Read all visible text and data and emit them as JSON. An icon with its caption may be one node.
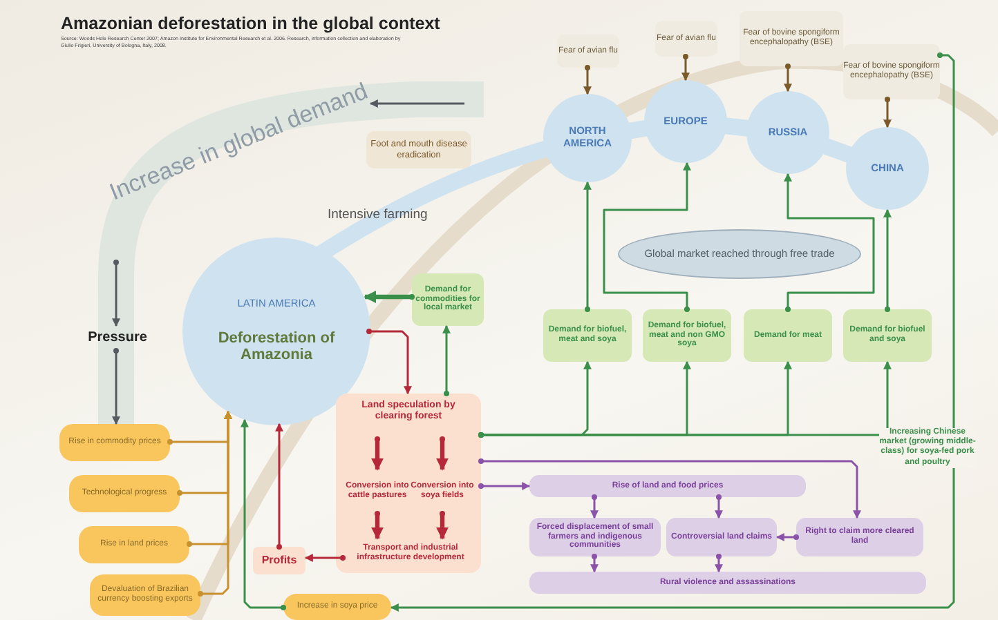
{
  "diagram": {
    "title": "Amazonian deforestation in the global context",
    "caption": "Source: Woods Hole Research Center 2007; Amazon Institute for Environmental Research et al. 2006. Research, information collection and elaboration by Giulio Frigieri, University of Bologna, Italy, 2008.",
    "nodes": [
      {
        "text": [
          "Increase in global demand"
        ]
      },
      {
        "text": [
          "Fear of avian flu"
        ]
      },
      {
        "text": [
          "Fear of avian flu"
        ]
      },
      {
        "text": [
          "Fear of bovine spongiform encephalopathy (BSE)"
        ]
      },
      {
        "text": [
          "Fear of bovine spongiform encephalopathy (BSE)"
        ]
      },
      {
        "text": [
          "NORTH AMERICA"
        ]
      },
      {
        "text": [
          "EUROPE"
        ]
      },
      {
        "text": [
          "RUSSIA"
        ]
      },
      {
        "text": [
          "CHINA"
        ]
      },
      {
        "text": [
          "Foot and mouth disease eradication"
        ]
      },
      {
        "text": [
          "Global market reached through free trade"
        ]
      },
      {
        "text": [
          "Demand for commodities for local market"
        ]
      },
      {
        "text": [
          "LATIN AMERICA",
          "Deforestation of Amazonia"
        ]
      },
      {
        "text": [
          "Pressure"
        ]
      },
      {
        "text": [
          "Demand for biofuel, meat and soya"
        ]
      },
      {
        "text": [
          "Demand for biofuel, meat and non GMO soya"
        ]
      },
      {
        "text": [
          "Demand for meat"
        ]
      },
      {
        "text": [
          "Demand for biofuel and soya"
        ]
      },
      {
        "text": [
          "Land speculation by clearing forest"
        ]
      },
      {
        "text": [
          "Conversion into cattle pastures"
        ],
        "in": 18
      },
      {
        "text": [
          "Conversion into soya fields"
        ],
        "in": 18
      },
      {
        "text": [
          "Transport and industrial infrastructure development"
        ],
        "in": 18
      },
      {
        "text": [
          "Rise in commodity prices"
        ]
      },
      {
        "text": [
          "Technological progress"
        ]
      },
      {
        "text": [
          "Rise in land prices"
        ]
      },
      {
        "text": [
          "Profits"
        ]
      },
      {
        "text": [
          "Devaluation of Brazilian currency boosting exports"
        ]
      },
      {
        "text": [
          "Increase in soya price"
        ]
      },
      {
        "text": [
          "Rise of land and food prices"
        ]
      },
      {
        "text": [
          "Forced displacement of small farmers and indigenous communities"
        ]
      },
      {
        "text": [
          "Controversial land claims"
        ]
      },
      {
        "text": [
          "Right to claim more cleared land"
        ]
      },
      {
        "text": [
          "Rural violence and assassinations"
        ]
      }
    ],
    "edges": [
      {
        "from": null,
        "to": 0,
        "arrow": "to",
        "color": "#555a60"
      },
      {
        "from": 0,
        "to": 13,
        "arrow": "to",
        "color": "#555a60"
      },
      {
        "from": 13,
        "to": 22,
        "arrow": "to",
        "color": "#555a60"
      },
      {
        "from": 1,
        "to": 5,
        "arrow": "to",
        "color": "#7a5a2a"
      },
      {
        "from": 2,
        "to": 6,
        "arrow": "to",
        "color": "#7a5a2a"
      },
      {
        "from": 3,
        "to": 7,
        "arrow": "to",
        "color": "#7a5a2a"
      },
      {
        "from": 4,
        "to": 8,
        "arrow": "to",
        "color": "#7a5a2a"
      },
      {
        "from": 14,
        "to": 5,
        "arrow": "to"
      },
      {
        "from": 15,
        "to": 6,
        "arrow": "to"
      },
      {
        "from": 16,
        "to": 7,
        "arrow": "to"
      },
      {
        "from": 17,
        "to": 8,
        "arrow": "to"
      },
      {
        "from": 18,
        "to": 14,
        "arrow": "to"
      },
      {
        "from": 18,
        "to": 15,
        "arrow": "to"
      },
      {
        "from": 18,
        "to": 16,
        "arrow": "to"
      },
      {
        "from": 18,
        "to": 17,
        "arrow": "to"
      },
      {
        "from": 11,
        "to": 12,
        "arrow": "to",
        "style": "thick"
      },
      {
        "from": 18,
        "to": 11,
        "arrow": "to"
      },
      {
        "from": 12,
        "to": 18,
        "arrow": "to",
        "color": "#b5283a"
      },
      {
        "from": 18,
        "to": 19,
        "arrow": "to",
        "style": "thick",
        "color": "#b5283a"
      },
      {
        "from": 18,
        "to": 20,
        "arrow": "to",
        "style": "thick",
        "color": "#b5283a"
      },
      {
        "from": 19,
        "to": 21,
        "arrow": "to",
        "style": "thick",
        "color": "#b5283a"
      },
      {
        "from": 20,
        "to": 21,
        "arrow": "to",
        "style": "thick",
        "color": "#b5283a"
      },
      {
        "from": 21,
        "to": 25,
        "arrow": "to",
        "color": "#b5283a"
      },
      {
        "from": 25,
        "to": 12,
        "arrow": "to",
        "color": "#b5283a"
      },
      {
        "from": 22,
        "to": 12,
        "arrow": "to",
        "color": "#c8902e"
      },
      {
        "from": 23,
        "to": 12,
        "arrow": "to",
        "color": "#c8902e"
      },
      {
        "from": 24,
        "to": 12,
        "arrow": "to",
        "color": "#c8902e"
      },
      {
        "from": 26,
        "to": 12,
        "arrow": "to",
        "color": "#c8902e"
      },
      {
        "from": 27,
        "to": 12,
        "arrow": "to"
      },
      {
        "from": 4,
        "to": 27,
        "arrow": "to",
        "label": "Increasing Chinese market (growing middle-class) for soya-fed pork and poultry"
      },
      {
        "from": 18,
        "to": 28,
        "arrow": "to",
        "color": "#8a52a8"
      },
      {
        "from": 18,
        "to": 31,
        "arrow": "to",
        "color": "#8a52a8"
      },
      {
        "from": 28,
        "to": 29,
        "arrow": "to",
        "color": "#8a52a8"
      },
      {
        "from": 28,
        "to": 30,
        "arrow": "to",
        "color": "#8a52a8"
      },
      {
        "from": 31,
        "to": 30,
        "arrow": "to",
        "color": "#8a52a8"
      },
      {
        "from": 29,
        "to": 32,
        "arrow": "to",
        "color": "#8a52a8"
      },
      {
        "from": 30,
        "to": 32,
        "arrow": "to",
        "color": "#8a52a8"
      }
    ],
    "labels": [
      "Intensive farming"
    ]
  }
}
